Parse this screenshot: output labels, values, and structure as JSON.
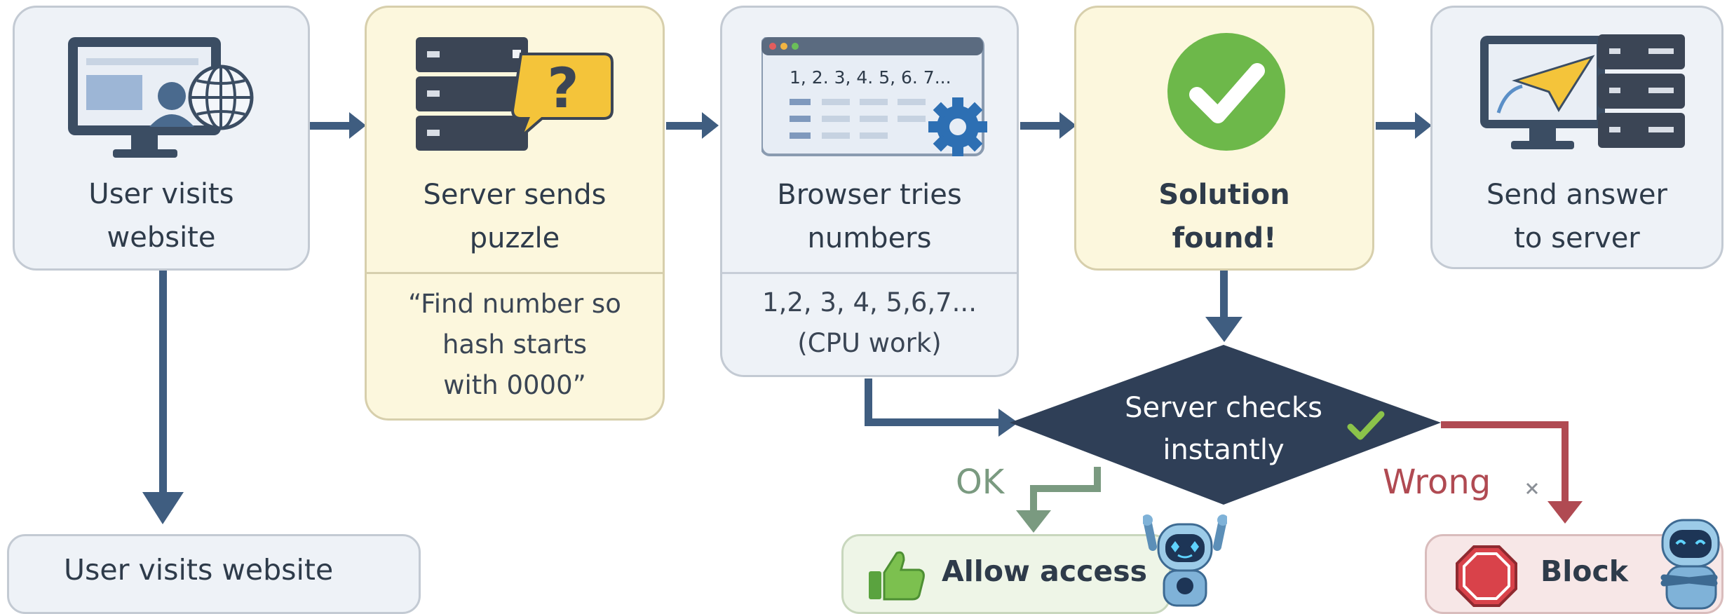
{
  "steps": {
    "visit": {
      "line1": "User visits",
      "line2": "website"
    },
    "puzzle": {
      "line1": "Server sends",
      "line2": "puzzle",
      "sub1": "“Find number so",
      "sub2": "hash starts",
      "sub3": "with 0000”"
    },
    "browser": {
      "line1": "Browser tries",
      "line2": "numbers",
      "sub1": "1,2, 3, 4, 5,6,7...",
      "sub2": "(CPU work)",
      "screen_text": "1, 2. 3, 4. 5, 6. 7..."
    },
    "solution": {
      "line1": "Solution",
      "line2": "found!"
    },
    "send": {
      "line1": "Send answer",
      "line2": "to server"
    }
  },
  "bottom": {
    "visit_label": "User visits website",
    "allow_label": "Allow access",
    "block_label": "Block"
  },
  "decision": {
    "line1": "Server checks",
    "line2": "instantly",
    "ok": "OK",
    "wrong": "Wrong"
  },
  "colors": {
    "arrow": "#3f5d80",
    "ok": "#7a9a80",
    "wrong": "#b04a52",
    "diamond": "#2f3f57"
  }
}
